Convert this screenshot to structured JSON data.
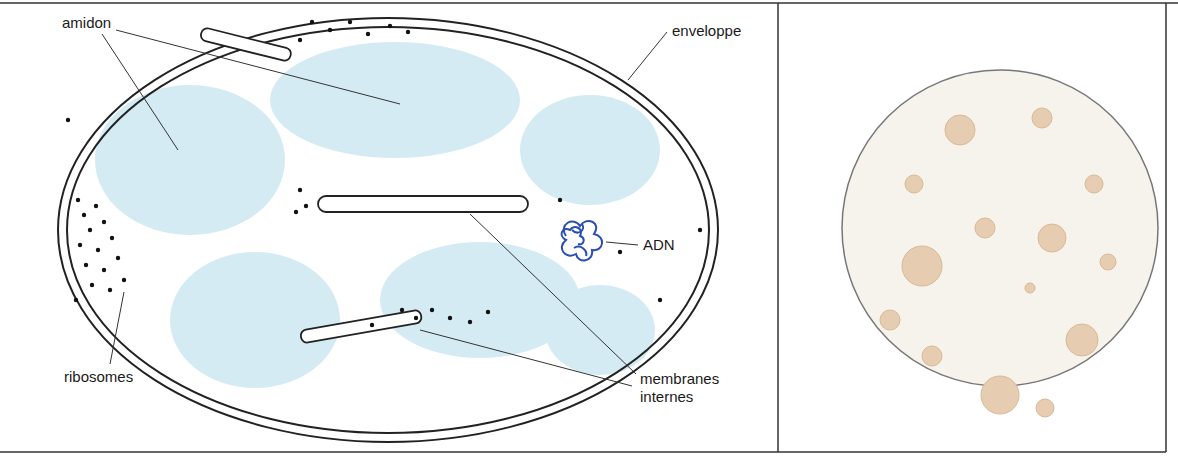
{
  "diagram": {
    "labels": [
      "amidon",
      "enveloppe",
      "ribosomes",
      "ADN",
      "membranes internes"
    ]
  }
}
